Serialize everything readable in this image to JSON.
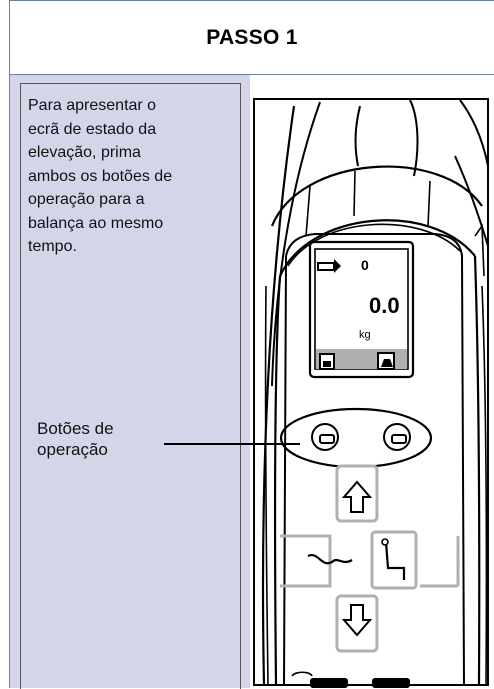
{
  "header": {
    "title": "PASSO 1"
  },
  "instruction": {
    "lines": [
      "Para apresentar o",
      "ecrã de estado da",
      "elevação, prima",
      "ambos os botões de",
      "operação para a",
      "balança ao mesmo",
      "tempo."
    ]
  },
  "callout": {
    "lines": [
      "Botões de",
      "operação"
    ]
  },
  "display": {
    "top_value": "0",
    "weight": "0.0",
    "unit": "kg"
  },
  "colors": {
    "sidebar": "#d5d5ea",
    "border": "#6f7fa0",
    "icon_gray": "#b0b0b0"
  },
  "icons": [
    "arrow-right-icon",
    "save-icon",
    "weight-icon",
    "arrow-up-icon",
    "arrow-down-icon",
    "recline-icon",
    "seat-icon"
  ]
}
